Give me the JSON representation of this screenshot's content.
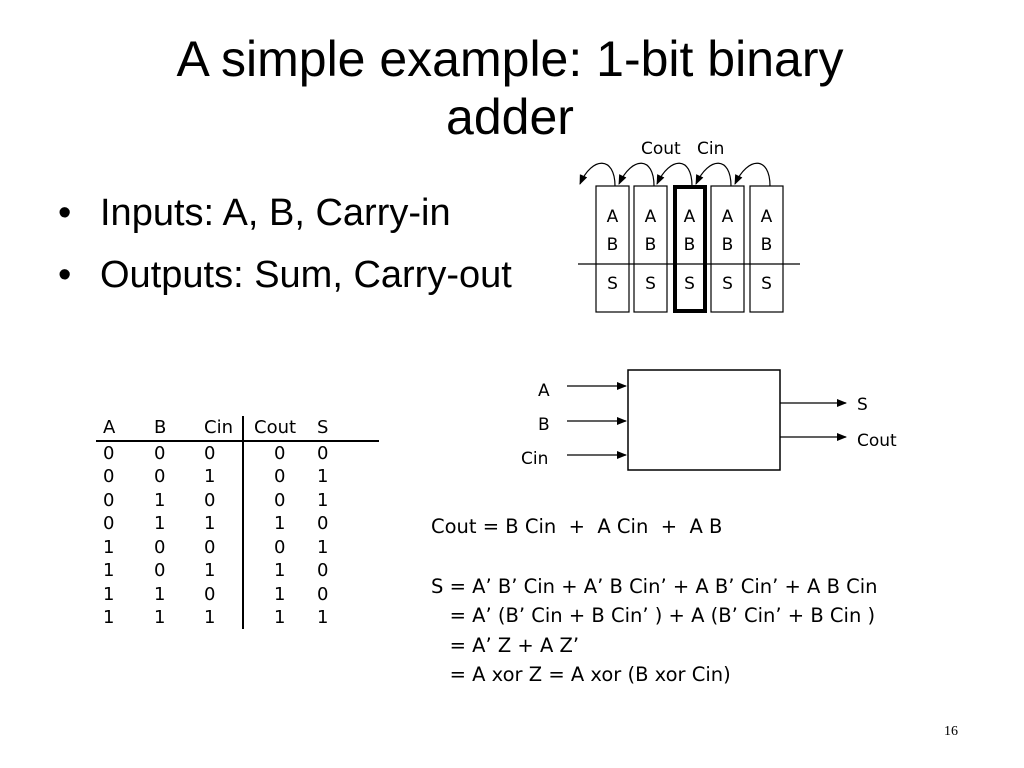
{
  "slide": {
    "title_line1": "A simple example: 1-bit binary",
    "title_line2": "adder",
    "bullets": [
      {
        "label": "Inputs: A, B, Carry-in"
      },
      {
        "label": "Outputs: Sum, Carry-out"
      }
    ],
    "page_number": "16"
  },
  "cell_diagram": {
    "cout_label": "Cout",
    "cin_label": "Cin",
    "cells": [
      {
        "a": "A",
        "b": "B",
        "s": "S",
        "highlighted": false
      },
      {
        "a": "A",
        "b": "B",
        "s": "S",
        "highlighted": false
      },
      {
        "a": "A",
        "b": "B",
        "s": "S",
        "highlighted": true
      },
      {
        "a": "A",
        "b": "B",
        "s": "S",
        "highlighted": false
      },
      {
        "a": "A",
        "b": "B",
        "s": "S",
        "highlighted": false
      }
    ]
  },
  "block_diagram": {
    "inputs": [
      "A",
      "B",
      "Cin"
    ],
    "outputs": [
      "S",
      "Cout"
    ]
  },
  "truth_table": {
    "headers": [
      "A",
      "B",
      "Cin",
      "Cout",
      "S"
    ],
    "rows": [
      [
        "0",
        "0",
        "0",
        "0",
        "0"
      ],
      [
        "0",
        "0",
        "1",
        "0",
        "1"
      ],
      [
        "0",
        "1",
        "0",
        "0",
        "1"
      ],
      [
        "0",
        "1",
        "1",
        "1",
        "0"
      ],
      [
        "1",
        "0",
        "0",
        "0",
        "1"
      ],
      [
        "1",
        "0",
        "1",
        "1",
        "0"
      ],
      [
        "1",
        "1",
        "0",
        "1",
        "0"
      ],
      [
        "1",
        "1",
        "1",
        "1",
        "1"
      ]
    ]
  },
  "equations": {
    "cout": "Cout = B Cin  +  A Cin  +  A B",
    "s_lines": [
      "S = A’ B’ Cin + A’ B Cin’ + A B’ Cin’ + A B Cin",
      "   = A’ (B’ Cin + B Cin’ ) + A (B’ Cin’ + B Cin )",
      "   = A’ Z + A Z’",
      "   = A xor Z = A xor (B xor Cin)"
    ]
  }
}
